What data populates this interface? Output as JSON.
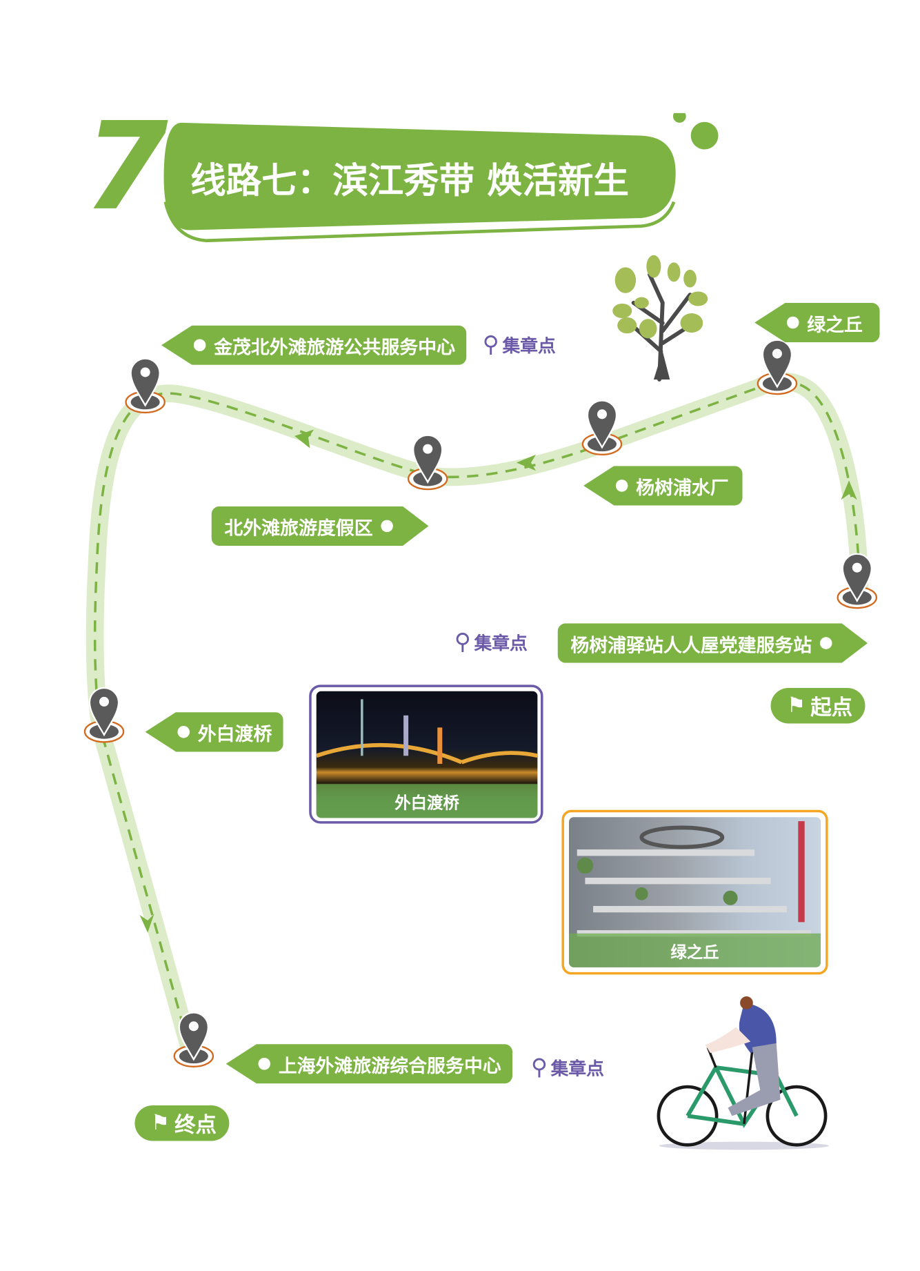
{
  "title": {
    "number": "7",
    "text": "线路七：滨江秀带 焕活新生"
  },
  "stops": [
    {
      "name": "金茂北外滩旅游公共服务中心",
      "stamp": true
    },
    {
      "name": "绿之丘"
    },
    {
      "name": "杨树浦水厂"
    },
    {
      "name": "北外滩旅游度假区"
    },
    {
      "name": "杨树浦驿站人人屋党建服务站",
      "stamp": true
    },
    {
      "name": "外白渡桥"
    },
    {
      "name": "上海外滩旅游综合服务中心",
      "stamp": true
    }
  ],
  "stamp_label": "集章点",
  "start_label": "起点",
  "end_label": "终点",
  "photos": [
    {
      "caption": "外白渡桥"
    },
    {
      "caption": "绿之丘"
    }
  ],
  "colors": {
    "green": "#7cb342",
    "route": "#dcebc8",
    "purple": "#6a5aa8",
    "orange": "#f5a623"
  }
}
